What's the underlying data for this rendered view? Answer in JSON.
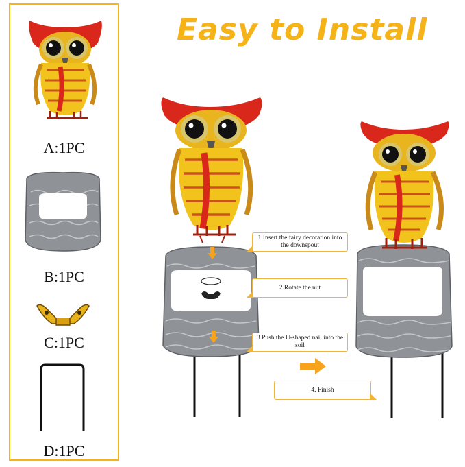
{
  "title": "Easy to Install",
  "parts": [
    {
      "id": "A",
      "label": "A:1PC",
      "icon": "owl-figure-icon"
    },
    {
      "id": "B",
      "label": "B:1PC",
      "icon": "stone-downspout-cover-icon"
    },
    {
      "id": "C",
      "label": "C:1PC",
      "icon": "wing-nut-icon"
    },
    {
      "id": "D",
      "label": "D:1PC",
      "icon": "u-shaped-nail-icon"
    }
  ],
  "steps": [
    {
      "text": "1.Insert the fairy decoration into the downspout"
    },
    {
      "text": "2.Rotate the nut"
    },
    {
      "text": "3.Push the U-shaped nail into the soil"
    },
    {
      "text": "4. Finish"
    }
  ],
  "colors": {
    "accent": "#f6b318",
    "arrow": "#f7a41c",
    "stone": "#8f9296",
    "owl_red": "#d9281b",
    "owl_yellow": "#f2c21d"
  }
}
